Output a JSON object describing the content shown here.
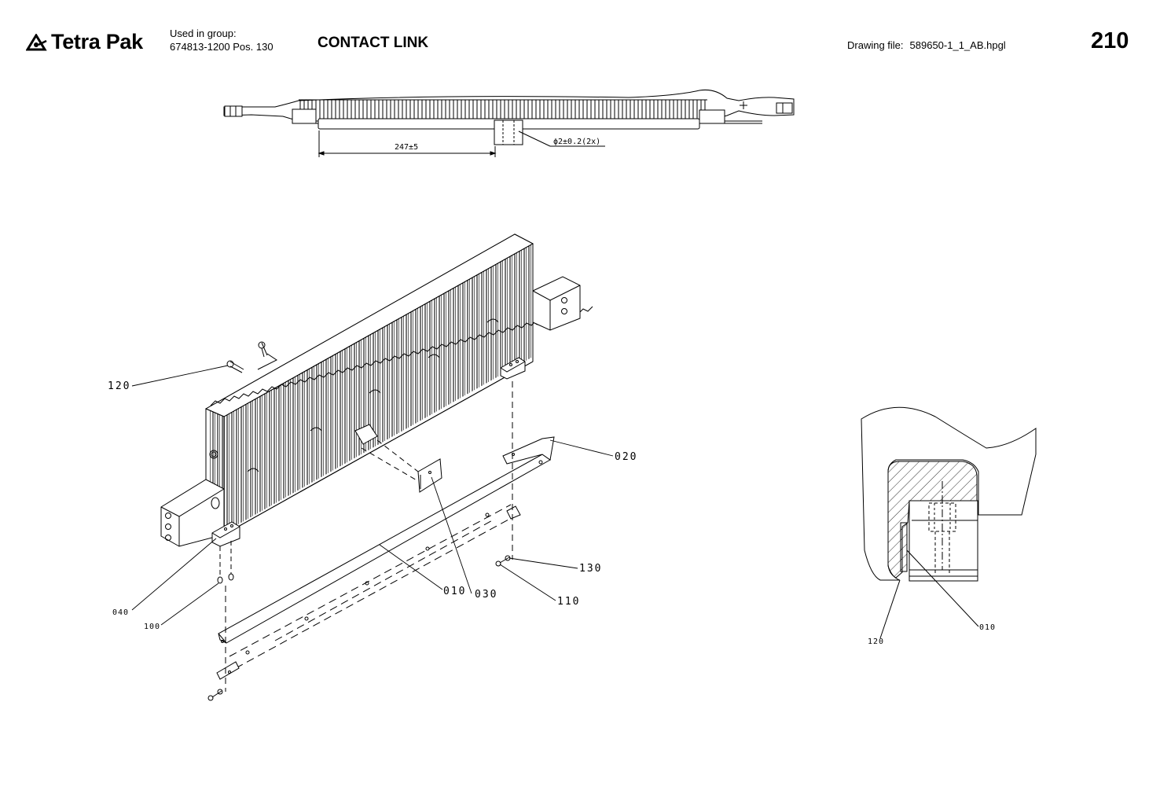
{
  "header": {
    "brand": "Tetra Pak",
    "logo_icon": "tetra-pak-triangle-logo",
    "used_in_label": "Used in group:",
    "used_in_value": "674813-1200 Pos. 130",
    "title": "CONTACT LINK",
    "drawing_file_label": "Drawing file:",
    "drawing_file_value": "589650-1_1_AB.hpgl",
    "page_number": "210"
  },
  "top_view": {
    "dimension_label": "247±5",
    "diameter_note": "ϕ2±0.2(2x)"
  },
  "callouts": {
    "c120": "120",
    "c020": "020",
    "c130": "130",
    "c110": "110",
    "c010": "010",
    "c030": "030",
    "c040": "040",
    "c100": "100"
  },
  "section_view": {
    "c120": "120",
    "c010": "010"
  }
}
